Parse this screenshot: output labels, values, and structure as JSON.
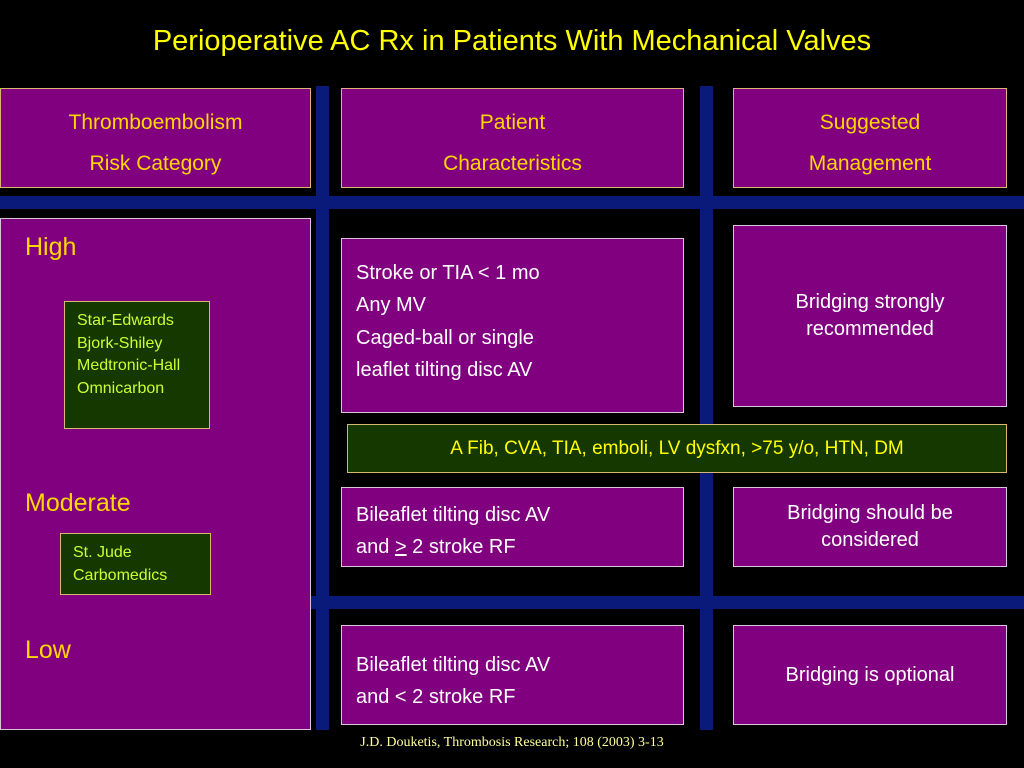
{
  "slide": {
    "title": "Perioperative AC Rx in Patients With Mechanical Valves",
    "citation": "J.D. Douketis, Thrombosis Research; 108 (2003) 3-13"
  },
  "colors": {
    "background": "#000000",
    "cell_purple": "#800080",
    "cell_green": "#143800",
    "divider_navy": "#0a1a7a",
    "title_yellow": "#ffff00",
    "header_gold": "#ffd700",
    "body_white": "#ffffff",
    "valve_text_green": "#ccff33",
    "citation_cream": "#ffff99"
  },
  "headers": {
    "risk_category": [
      "Thromboembolism",
      "Risk Category"
    ],
    "patient_characteristics": [
      "Patient",
      "Characteristics"
    ],
    "suggested_management": [
      "Suggested",
      "Management"
    ]
  },
  "risk_levels": {
    "high": "High",
    "moderate": "Moderate",
    "low": "Low"
  },
  "valve_types": {
    "high": [
      "Star-Edwards",
      "Bjork-Shiley",
      "Medtronic-Hall",
      "Omnicarbon"
    ],
    "moderate": [
      "St. Jude",
      "Carbomedics"
    ]
  },
  "patient_characteristics": {
    "high": [
      "Stroke or TIA < 1 mo",
      "Any MV",
      "Caged-ball or single",
      "leaflet tilting disc AV"
    ],
    "moderate": [
      "Bileaflet tilting disc AV",
      "and ≥ 2 stroke RF"
    ],
    "moderate_prefix": "and ",
    "moderate_symbol": ">",
    "moderate_suffix": " 2 stroke RF",
    "moderate_line1": "Bileaflet tilting disc AV",
    "low": [
      "Bileaflet tilting disc AV",
      "and < 2 stroke RF"
    ]
  },
  "suggested_management": {
    "high": [
      "Bridging strongly",
      "recommended"
    ],
    "moderate": [
      "Bridging should be",
      "considered"
    ],
    "low": [
      "Bridging is optional"
    ]
  },
  "risk_factor_banner": "A Fib, CVA, TIA, emboli, LV dysfxn, >75 y/o, HTN, DM"
}
